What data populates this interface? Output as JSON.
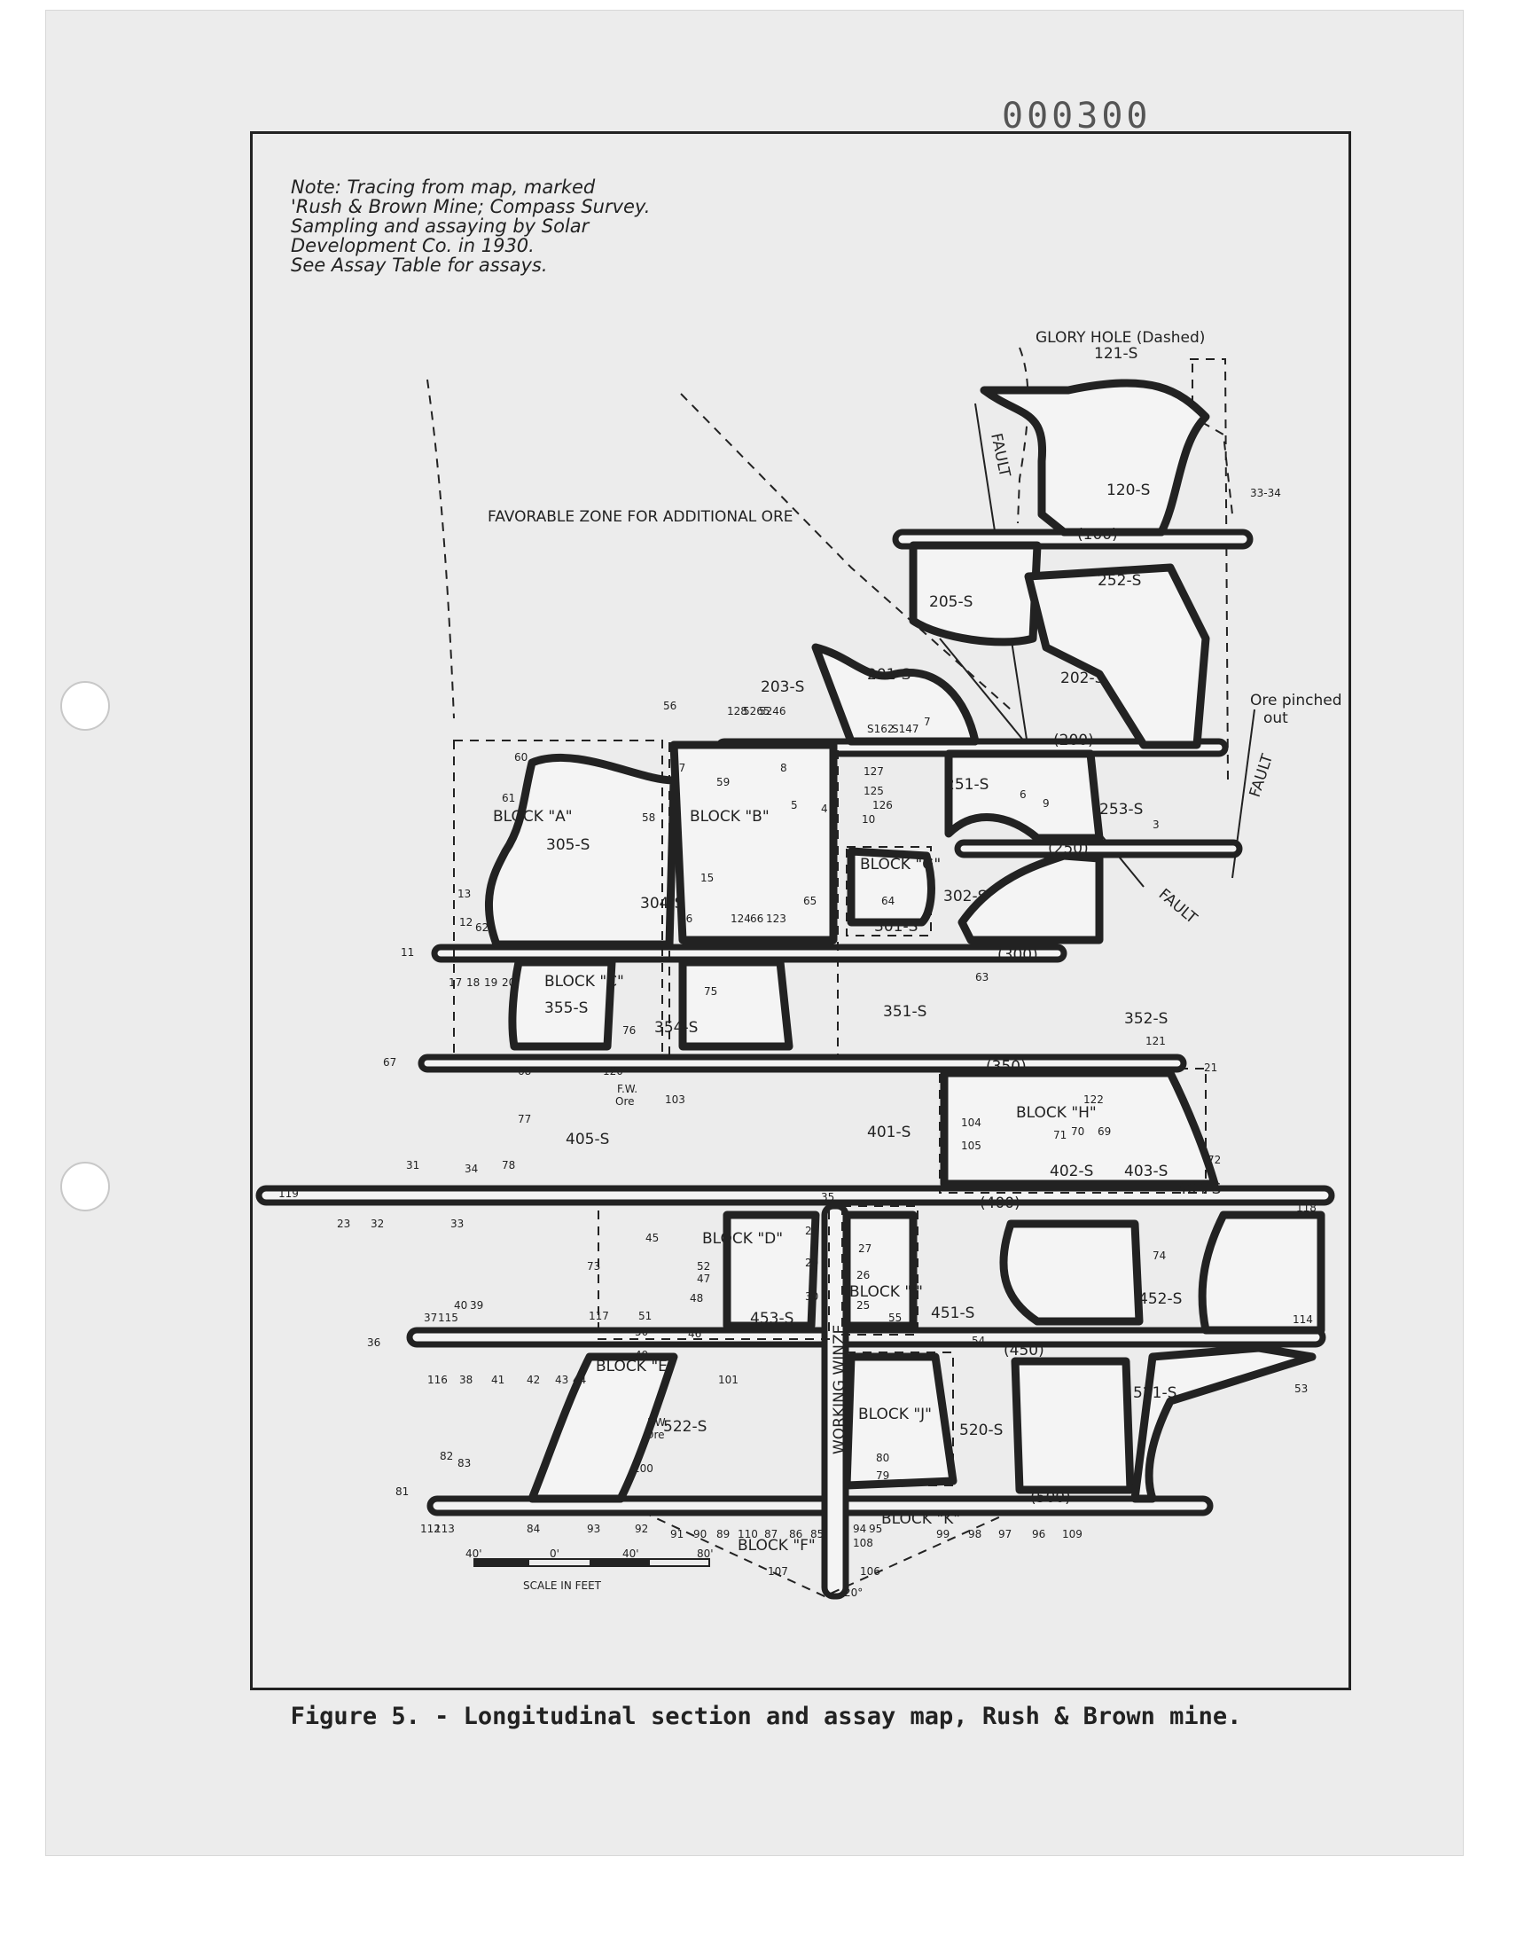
{
  "document_number": "000300",
  "note_lines": [
    "Note: Tracing from map, marked",
    "'Rush & Brown Mine; Compass Survey.",
    "Sampling and assaying by Solar",
    "Development Co. in 1930.",
    "See Assay Table for assays."
  ],
  "map": {
    "glory_hole": "GLORY HOLE (Dashed)",
    "glory_hole_id": "121-S",
    "favorable_zone": "FAVORABLE ZONE FOR ADDITIONAL ORE",
    "fault": "FAULT",
    "ore_pinched_out": [
      "Ore pinched",
      "out"
    ],
    "working_winze": "WORKING WINZE",
    "levels": [
      "(100)",
      "(200)",
      "(250)",
      "(300)",
      "(350)",
      "(400)",
      "(450)",
      "(500)"
    ],
    "stopes": [
      "120-S",
      "205-S",
      "252-S",
      "202-S",
      "203-S",
      "201-S",
      "251-S",
      "253-S",
      "305-S",
      "304-S",
      "302-S",
      "301-S",
      "355-S",
      "354-S",
      "351-S",
      "352-S",
      "405-S",
      "401-S",
      "402-S",
      "403-S",
      "404-S",
      "453-S",
      "451-S",
      "452-S",
      "522-S",
      "520-S",
      "521-S"
    ],
    "blocks": [
      "BLOCK \"A\"",
      "BLOCK \"B\"",
      "BLOCK \"G\"",
      "BLOCK \"C\"",
      "BLOCK \"H\"",
      "BLOCK \"D\"",
      "BLOCK \"I\"",
      "BLOCK \"E\"",
      "BLOCK \"J\"",
      "BLOCK \"K\"",
      "BLOCK \"F\""
    ],
    "fw_ore": [
      "F.W.",
      "Ore"
    ],
    "samples_top": [
      "33-34",
      "3",
      "7",
      "8",
      "9",
      "6",
      "S162",
      "S147",
      "128",
      "5265",
      "5246",
      "56",
      "57",
      "58",
      "59",
      "60",
      "61",
      "13",
      "12",
      "62",
      "11",
      "15",
      "16",
      "124",
      "66",
      "123",
      "65",
      "64",
      "127",
      "125",
      "126",
      "10",
      "5",
      "4",
      "63"
    ],
    "samples_mid": [
      "17",
      "18",
      "19",
      "20",
      "75",
      "76",
      "67",
      "68",
      "120",
      "103",
      "77",
      "78",
      "31",
      "34",
      "119",
      "23",
      "32",
      "33",
      "21",
      "121",
      "104",
      "105",
      "71",
      "70",
      "122",
      "69",
      "72",
      "74",
      "118"
    ],
    "samples_low": [
      "73",
      "52",
      "47",
      "48",
      "46",
      "45",
      "28",
      "29",
      "30",
      "27",
      "26",
      "25",
      "55",
      "35",
      "37",
      "115",
      "40",
      "39",
      "36",
      "117",
      "51",
      "50",
      "49",
      "44",
      "43",
      "42",
      "41",
      "38",
      "116",
      "101",
      "54",
      "114",
      "53",
      "80",
      "79",
      "82",
      "83",
      "81",
      "112",
      "113",
      "84",
      "93",
      "92",
      "100",
      "91",
      "90",
      "89",
      "110",
      "87",
      "86",
      "85",
      "94",
      "108",
      "95",
      "99",
      "98",
      "97",
      "96",
      "109",
      "107",
      "106"
    ],
    "scale_ticks": [
      "40'",
      "0'",
      "40'",
      "80'"
    ],
    "scale_label": "SCALE IN FEET",
    "small_mark": "20°"
  },
  "caption": "Figure 5. - Longitudinal section and assay map, Rush & Brown mine."
}
